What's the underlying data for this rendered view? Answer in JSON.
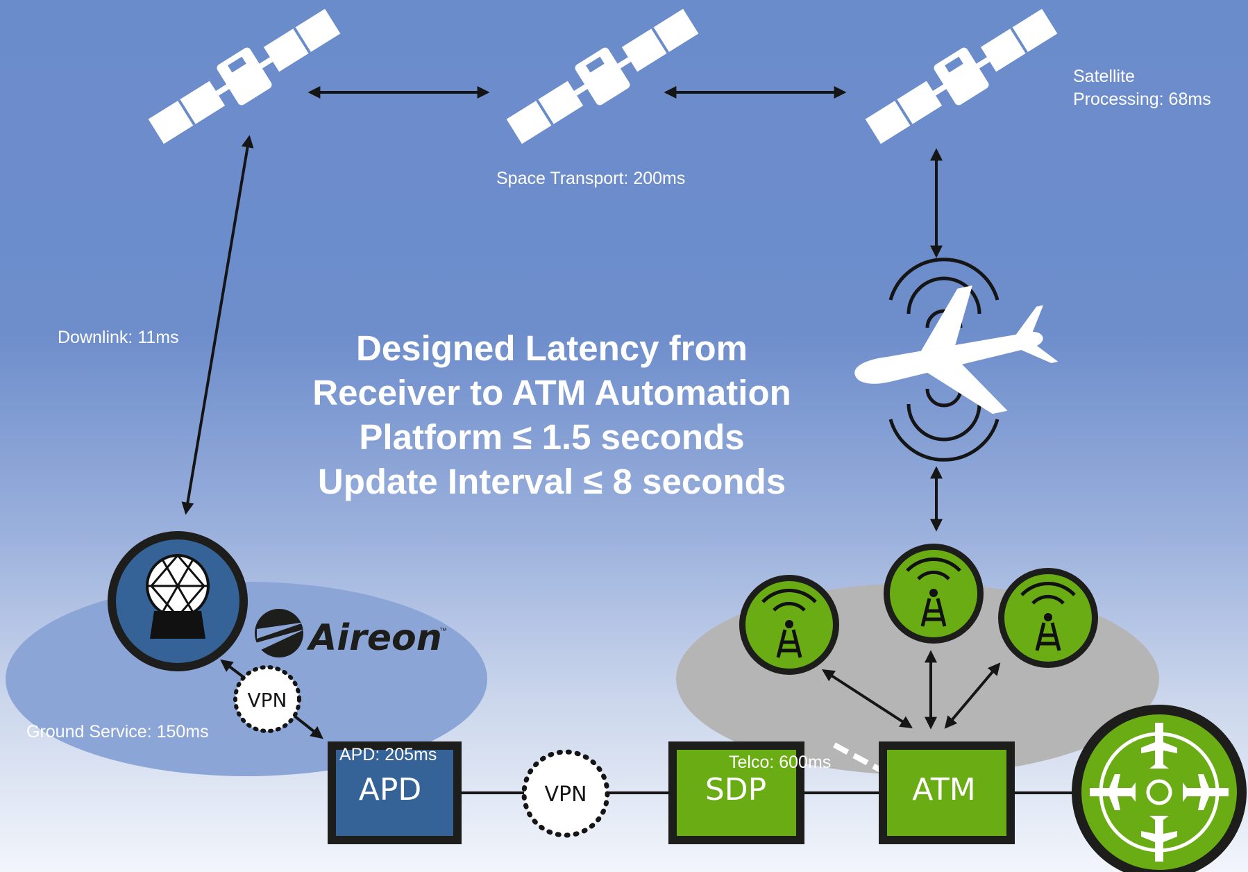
{
  "labels": {
    "satellite_processing": "Satellite\nProcessing: 68ms",
    "space_transport": "Space Transport: 200ms",
    "downlink": "Downlink: 11ms",
    "ground_service": "Ground Service: 150ms",
    "apd_latency": "APD: 205ms",
    "telco": "Telco: 600ms"
  },
  "headline": {
    "line1": "Designed Latency from",
    "line2": "Receiver to ATM Automation",
    "line3": "Platform ≤ 1.5 seconds",
    "line4": "Update Interval ≤ 8 seconds"
  },
  "nodes": {
    "apd": "APD",
    "sdp": "SDP",
    "atm": "ATM",
    "vpn_ground": "VPN",
    "vpn_link": "VPN"
  },
  "brand": {
    "name": "Aireon",
    "tm": "™"
  },
  "icons": [
    "satellite-icon",
    "airplane-icon",
    "radio-tower-icon",
    "ground-station-icon",
    "radar-scope-icon"
  ],
  "colors": {
    "sky": "#6b8ccb",
    "ground_zone": "#8aa5d6",
    "atc_zone": "#b5b5b5",
    "apd_blue": "#356397",
    "green": "#6aac14",
    "dark": "#1d1d1b"
  }
}
